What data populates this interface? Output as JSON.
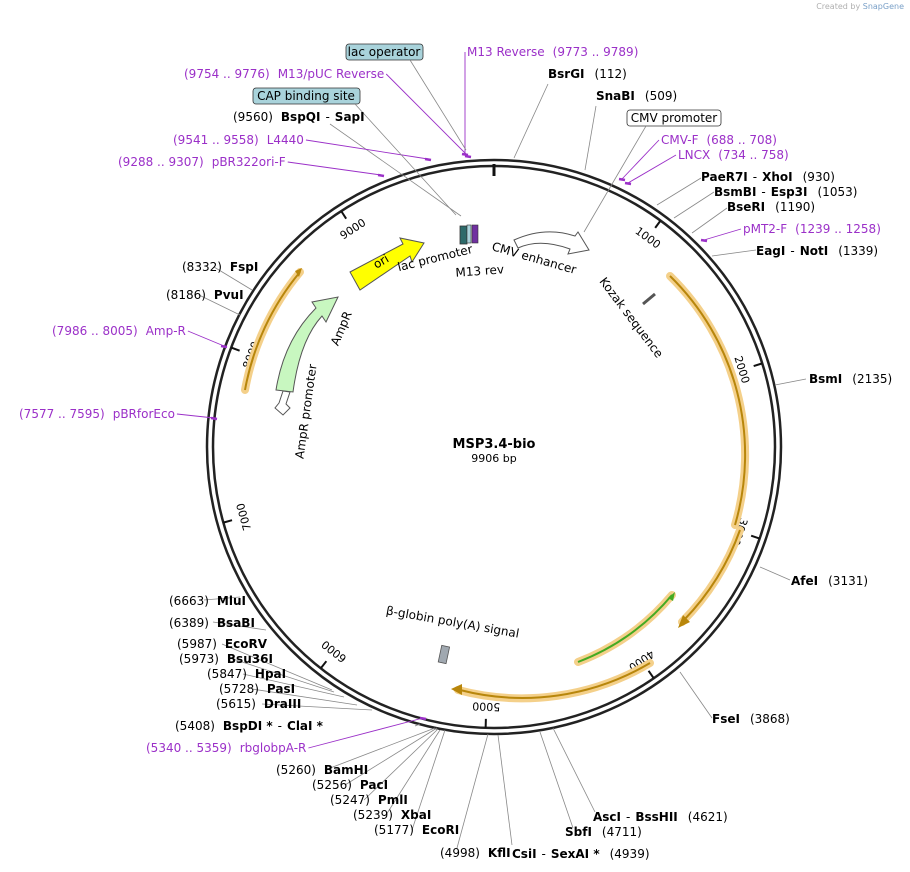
{
  "credit": {
    "prefix": "Created by",
    "brand": "SnapGene"
  },
  "plasmid": {
    "name": "MSP3.4-bio",
    "length": "9906 bp"
  },
  "colors": {
    "enzyme": "#000000",
    "primer": "#9b30c8",
    "ruler": "#222222",
    "ori": "#ffff00",
    "ampr": "#c8f7c0",
    "ampr_promoter": "#ffffff",
    "orf_highlight": "#f4d08a",
    "orf_arrow": "#b8860b",
    "orf_green": "#44aa22",
    "boxed_feature_fill": "#a9d3db",
    "polyA": "#a0a8b0"
  },
  "ruler": {
    "ticks": [
      "1000",
      "2000",
      "3000",
      "4000",
      "5000",
      "6000",
      "7000",
      "8000",
      "9000"
    ]
  },
  "features": [
    {
      "id": "ori",
      "label": "ori"
    },
    {
      "id": "ampr",
      "label": "AmpR"
    },
    {
      "id": "ampr_promoter",
      "label": "AmpR promoter"
    },
    {
      "id": "lac_promoter",
      "label": "lac promoter"
    },
    {
      "id": "m13rev",
      "label": "M13 rev"
    },
    {
      "id": "cmv_enhancer",
      "label": "CMV enhancer"
    },
    {
      "id": "kozak",
      "label": "Kozak sequence"
    },
    {
      "id": "polyA",
      "label": "β-globin poly(A) signal"
    }
  ],
  "boxed_labels": [
    {
      "id": "lac_operator",
      "label": "lac operator"
    },
    {
      "id": "cap_site",
      "label": "CAP binding site"
    },
    {
      "id": "cmv_promoter",
      "label": "CMV promoter"
    }
  ],
  "enzymes": [
    {
      "id": "bsrgi",
      "name": "BsrGI",
      "pos": "(112)"
    },
    {
      "id": "snabi",
      "name": "SnaBI",
      "pos": "(509)"
    },
    {
      "id": "paer7i",
      "name": "PaeR7I",
      "name2": "XhoI",
      "pos": "(930)"
    },
    {
      "id": "bsmbi",
      "name": "BsmBI",
      "name2": "Esp3I",
      "pos": "(1053)"
    },
    {
      "id": "bseri",
      "name": "BseRI",
      "pos": "(1190)"
    },
    {
      "id": "eagi",
      "name": "EagI",
      "name2": "NotI",
      "pos": "(1339)"
    },
    {
      "id": "bsmi",
      "name": "BsmI",
      "pos": "(2135)"
    },
    {
      "id": "afei",
      "name": "AfeI",
      "pos": "(3131)"
    },
    {
      "id": "fsei",
      "name": "FseI",
      "pos": "(3868)"
    },
    {
      "id": "asci",
      "name": "AscI",
      "name2": "BssHII",
      "pos": "(4621)"
    },
    {
      "id": "sbfi",
      "name": "SbfI",
      "pos": "(4711)"
    },
    {
      "id": "csii",
      "name": "CsiI",
      "name2": "SexAI *",
      "pos": "(4939)"
    },
    {
      "id": "kfli",
      "name": "KflI",
      "pos": "(4998)"
    },
    {
      "id": "ecori",
      "name": "EcoRI",
      "pos": "(5177)"
    },
    {
      "id": "xbai",
      "name": "XbaI",
      "pos": "(5239)"
    },
    {
      "id": "pmli",
      "name": "PmlI",
      "pos": "(5247)"
    },
    {
      "id": "paci",
      "name": "PacI",
      "pos": "(5256)"
    },
    {
      "id": "bamhi",
      "name": "BamHI",
      "pos": "(5260)"
    },
    {
      "id": "bspdi",
      "name": "BspDI *",
      "name2": "ClaI *",
      "pos": "(5408)"
    },
    {
      "id": "draiii",
      "name": "DraIII",
      "pos": "(5615)"
    },
    {
      "id": "pasi",
      "name": "PasI",
      "pos": "(5728)"
    },
    {
      "id": "hpai",
      "name": "HpaI",
      "pos": "(5847)"
    },
    {
      "id": "bsu36i",
      "name": "Bsu36I",
      "pos": "(5973)"
    },
    {
      "id": "ecorv",
      "name": "EcoRV",
      "pos": "(5987)"
    },
    {
      "id": "bsabi",
      "name": "BsaBI",
      "pos": "(6389)"
    },
    {
      "id": "mlui",
      "name": "MluI",
      "pos": "(6663)"
    },
    {
      "id": "pvui",
      "name": "PvuI",
      "pos": "(8186)"
    },
    {
      "id": "fspi",
      "name": "FspI",
      "pos": "(8332)"
    },
    {
      "id": "bspqi",
      "name": "BspQI",
      "name2": "SapI",
      "pos": "(9560)"
    }
  ],
  "primers": [
    {
      "id": "m13reverse",
      "name": "M13 Reverse",
      "range": "(9773 .. 9789)"
    },
    {
      "id": "m13puc",
      "name": "M13/pUC Reverse",
      "range": "(9754 .. 9776)"
    },
    {
      "id": "l4440",
      "name": "L4440",
      "range": "(9541 .. 9558)"
    },
    {
      "id": "pbr322ori",
      "name": "pBR322ori-F",
      "range": "(9288 .. 9307)"
    },
    {
      "id": "cmvf",
      "name": "CMV-F",
      "range": "(688 .. 708)"
    },
    {
      "id": "lncx",
      "name": "LNCX",
      "range": "(734 .. 758)"
    },
    {
      "id": "pmt2f",
      "name": "pMT2-F",
      "range": "(1239 .. 1258)"
    },
    {
      "id": "ampr_primer",
      "name": "Amp-R",
      "range": "(7986 .. 8005)"
    },
    {
      "id": "pbrforeco",
      "name": "pBRforEco",
      "range": "(7577 .. 7595)"
    },
    {
      "id": "rbglobpa",
      "name": "rbglobpA-R",
      "range": "(5340 .. 5359)"
    }
  ]
}
